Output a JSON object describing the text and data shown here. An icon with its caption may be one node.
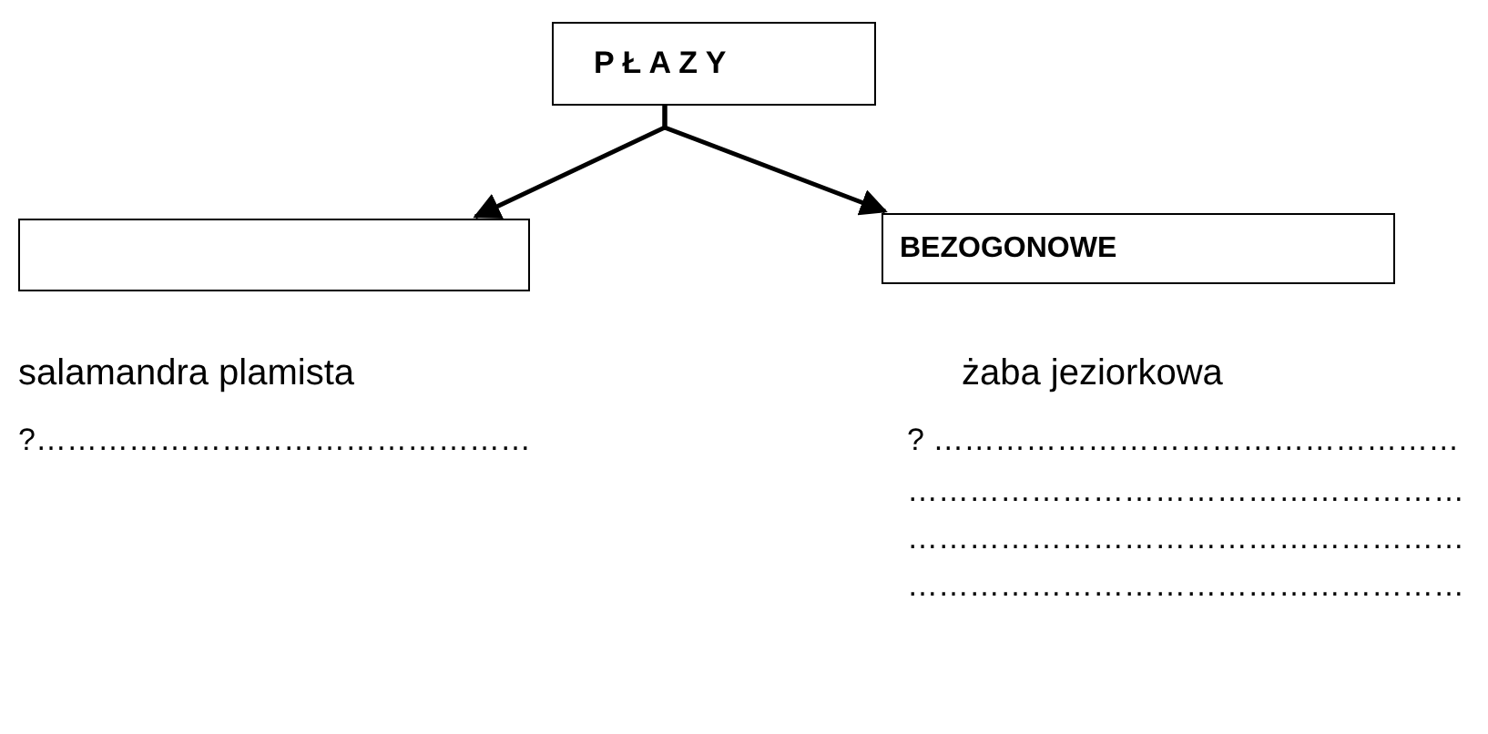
{
  "diagram": {
    "nodes": [
      {
        "text": [
          "P Ł A Z Y"
        ]
      },
      {
        "text": [],
        "shape": "box"
      },
      {
        "text": [
          "BEZOGONOWE"
        ]
      }
    ],
    "edges": [
      {
        "from": 0,
        "to": 1,
        "arrow": "to"
      },
      {
        "from": 0,
        "to": 2,
        "arrow": "to"
      }
    ],
    "labels": [
      "salamandra plamista",
      "żaba jeziorkowa",
      "?…………………………………………",
      "? ……………………………………………",
      "………………………………………………",
      "………………………………………………",
      "………………………………………………"
    ]
  }
}
